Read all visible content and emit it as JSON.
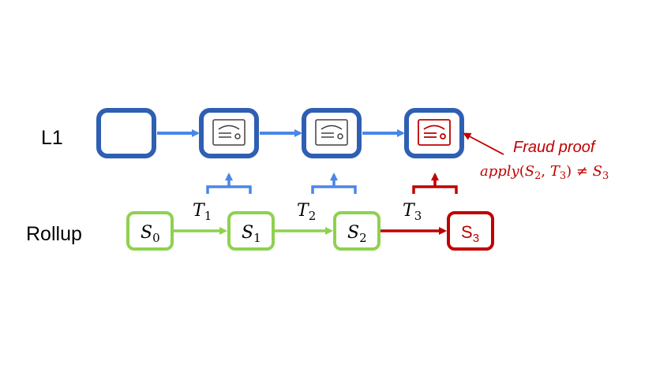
{
  "rows": {
    "l1_label": "L1",
    "rollup_label": "Rollup"
  },
  "rollup_states": [
    {
      "base": "S",
      "sub": "0",
      "status": "valid"
    },
    {
      "base": "S",
      "sub": "1",
      "status": "valid"
    },
    {
      "base": "S",
      "sub": "2",
      "status": "valid"
    },
    {
      "base": "S",
      "sub": "3",
      "status": "fraudulent"
    }
  ],
  "transitions": [
    {
      "base": "T",
      "sub": "1"
    },
    {
      "base": "T",
      "sub": "2"
    },
    {
      "base": "T",
      "sub": "3"
    }
  ],
  "l1_blocks": [
    {
      "content": "empty"
    },
    {
      "content": "certificate-icon",
      "status": "normal"
    },
    {
      "content": "certificate-icon",
      "status": "normal"
    },
    {
      "content": "certificate-icon",
      "status": "fraudulent"
    }
  ],
  "fraud_proof": {
    "title": "Fraud proof",
    "formula_func": "apply",
    "formula_args_open": "(",
    "arg1_base": "S",
    "arg1_sub": "2",
    "comma": ", ",
    "arg2_base": "T",
    "arg2_sub": "3",
    "formula_args_close": ")",
    "neq": " ≠ ",
    "result_base": "S",
    "result_sub": "3"
  },
  "colors": {
    "l1_block": "#2f5fb3",
    "l1_arrow": "#4a86e8",
    "rollup_valid": "#8fd14f",
    "fraud": "#c00000",
    "text": "#000000"
  }
}
